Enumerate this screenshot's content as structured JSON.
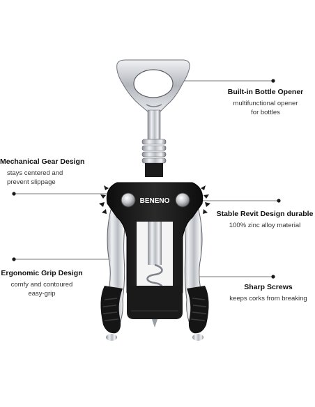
{
  "product": {
    "brand": "BENENO",
    "colors": {
      "body": "#1b1b1b",
      "chrome": "#c9ccd1",
      "chrome_dark": "#6d7178",
      "lines": "#333333"
    }
  },
  "callouts": {
    "opener": {
      "title": "Built-in Bottle Opener",
      "desc_line1": "multifunctional opener",
      "desc_line2": "for bottles"
    },
    "gear": {
      "title": "Mechanical Gear Design",
      "desc_line1": "stays centered and",
      "desc_line2": "prevent slippage"
    },
    "revit": {
      "title": "Stable Revit Design  durable",
      "desc_line1": "100% zinc alloy material"
    },
    "grip": {
      "title": "Ergonomic Grip Design",
      "desc_line1": "comfy and contoured",
      "desc_line2": "easy-grip"
    },
    "screws": {
      "title": "Sharp Screws",
      "desc_line1": "keeps corks from breaking"
    }
  }
}
